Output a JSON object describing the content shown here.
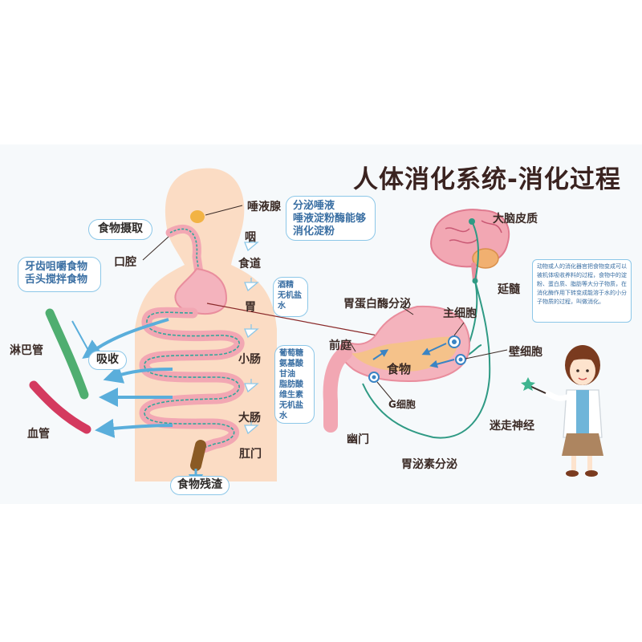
{
  "title": "人体消化系统-消化过程",
  "labels": {
    "salivary_gland": "唾液腺",
    "pharynx": "咽",
    "esophagus": "食道",
    "stomach": "胃",
    "small_intestine": "小肠",
    "large_intestine": "大肠",
    "anus": "肛门",
    "mouth": "口腔",
    "food_intake": "食物摄取",
    "absorption": "吸收",
    "lymph_vessel": "淋巴管",
    "blood_vessel": "血管",
    "food_residue": "食物残渣",
    "cerebral_cortex": "大脑皮质",
    "medulla": "延髓",
    "pepsin_secretion": "胃蛋白酶分泌",
    "chief_cell": "主细胞",
    "parietal_cell": "壁细胞",
    "antrum": "前庭",
    "food": "食物",
    "g_cell": "G细胞",
    "pylorus": "幽门",
    "vagus_nerve": "迷走神经",
    "gastrin_secretion": "胃泌素分泌"
  },
  "boxes": {
    "saliva": [
      "分泌唾液",
      "唾液淀粉酶能够",
      "消化淀粉"
    ],
    "teeth": [
      "牙齿咀嚼食物",
      "舌头搅拌食物"
    ],
    "stomach_absorb": [
      "酒精",
      "无机盐",
      "水"
    ],
    "intestine_absorb": [
      "葡萄糖",
      "氨基酸",
      "甘油",
      "脂肪酸",
      "维生素",
      "无机盐",
      "水"
    ],
    "note": "动物或人的消化器官把食物变成可以被机体吸收养料的过程，食物中的淀粉、蛋白质、脂肪等大分子物质，在消化酶作用下转变成能溶于水的小分子物质的过程，叫做消化。"
  },
  "colors": {
    "skin": "#fbdcc4",
    "intestine": "#f2a7b3",
    "cilia": "#31a79a",
    "arrow": "#5aaedb",
    "nerve": "#2f9a84",
    "lymph": "#4fae70",
    "blood": "#d43a5f"
  }
}
